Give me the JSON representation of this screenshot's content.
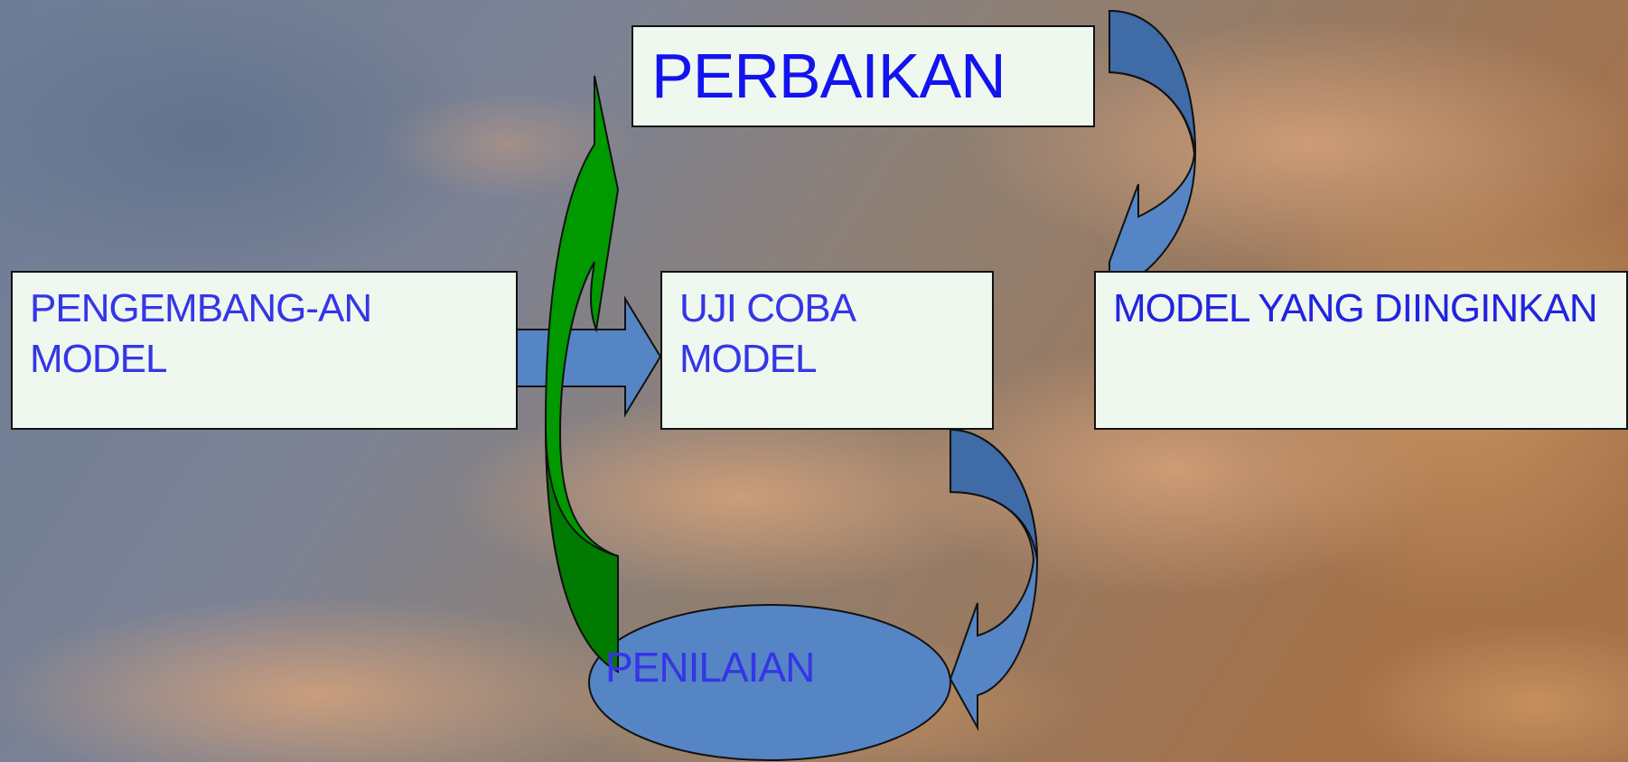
{
  "diagram": {
    "nodes": {
      "development": {
        "label": "PENGEMBANG-AN\nMODEL"
      },
      "trial": {
        "label": "UJI COBA\nMODEL"
      },
      "desired": {
        "label": "MODEL YANG DIINGINKAN"
      },
      "improvement": {
        "label": "PERBAIKAN"
      },
      "assessment": {
        "label": "PENILAIAN"
      }
    },
    "colors": {
      "box_fill": "#eef8ee",
      "text_blue": "#3535e8",
      "arrow_blue": "#5585c4",
      "arrow_dark_blue": "#3f6ba6",
      "arrow_green": "#009900",
      "arrow_dark_green": "#007a00"
    }
  }
}
